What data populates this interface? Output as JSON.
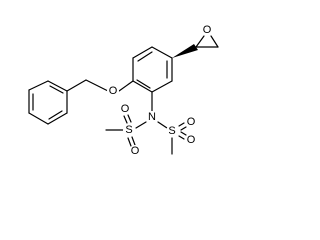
{
  "structure": {
    "colors": {
      "bond": "#000000",
      "label": "#000000",
      "background": "#ffffff"
    },
    "atoms": {
      "ether_oxygen": "O",
      "sulfonamide_nitrogen": "N",
      "sulfonyl_left_sulfur": "S",
      "sulfonyl_left_oxygen_upper": "O",
      "sulfonyl_left_oxygen_lower": "O",
      "sulfonyl_right_sulfur": "S",
      "sulfonyl_right_oxygen_upper": "O",
      "sulfonyl_right_oxygen_lower": "O",
      "epoxide_oxygen": "O"
    }
  }
}
